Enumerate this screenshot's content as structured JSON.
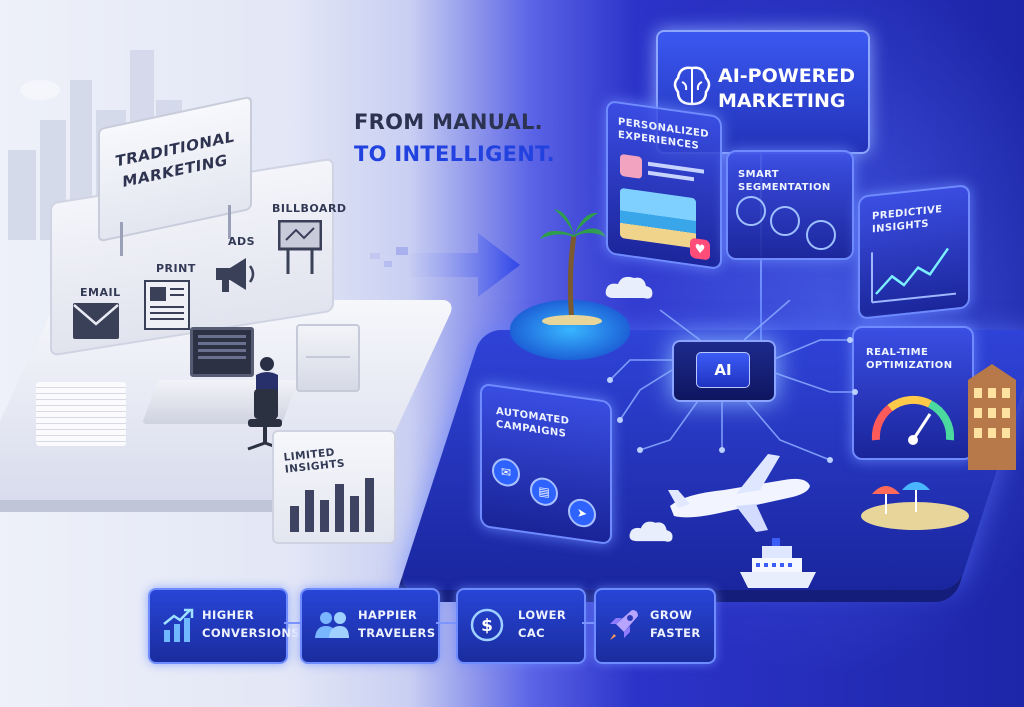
{
  "headline": {
    "line1": "FROM MANUAL.",
    "line2": "TO INTELLIGENT."
  },
  "traditional": {
    "title": "TRADITIONAL MARKETING",
    "channels": [
      {
        "label": "EMAIL",
        "icon": "envelope-icon"
      },
      {
        "label": "PRINT",
        "icon": "newspaper-icon"
      },
      {
        "label": "ADS",
        "icon": "megaphone-icon"
      },
      {
        "label": "BILLBOARD",
        "icon": "billboard-icon"
      }
    ],
    "insights_label": "LIMITED INSIGHTS"
  },
  "ai": {
    "title": "AI-POWERED MARKETING",
    "chip_label": "AI",
    "panels": {
      "personalized": "PERSONALIZED EXPERIENCES",
      "segmentation": "SMART SEGMENTATION",
      "predictive": "PREDICTIVE INSIGHTS",
      "realtime": "REAL-TIME OPTIMIZATION",
      "automated": "AUTOMATED CAMPAIGNS"
    }
  },
  "benefits": [
    {
      "label": "HIGHER CONVERSIONS",
      "icon": "bar-chart-up-icon"
    },
    {
      "label": "HAPPIER TRAVELERS",
      "icon": "users-icon"
    },
    {
      "label": "LOWER CAC",
      "icon": "dollar-coin-icon"
    },
    {
      "label": "GROW FASTER",
      "icon": "rocket-icon"
    }
  ],
  "colors": {
    "accent": "#2242e0",
    "panel_border": "#6f8bff",
    "dark_text": "#2b3350"
  }
}
